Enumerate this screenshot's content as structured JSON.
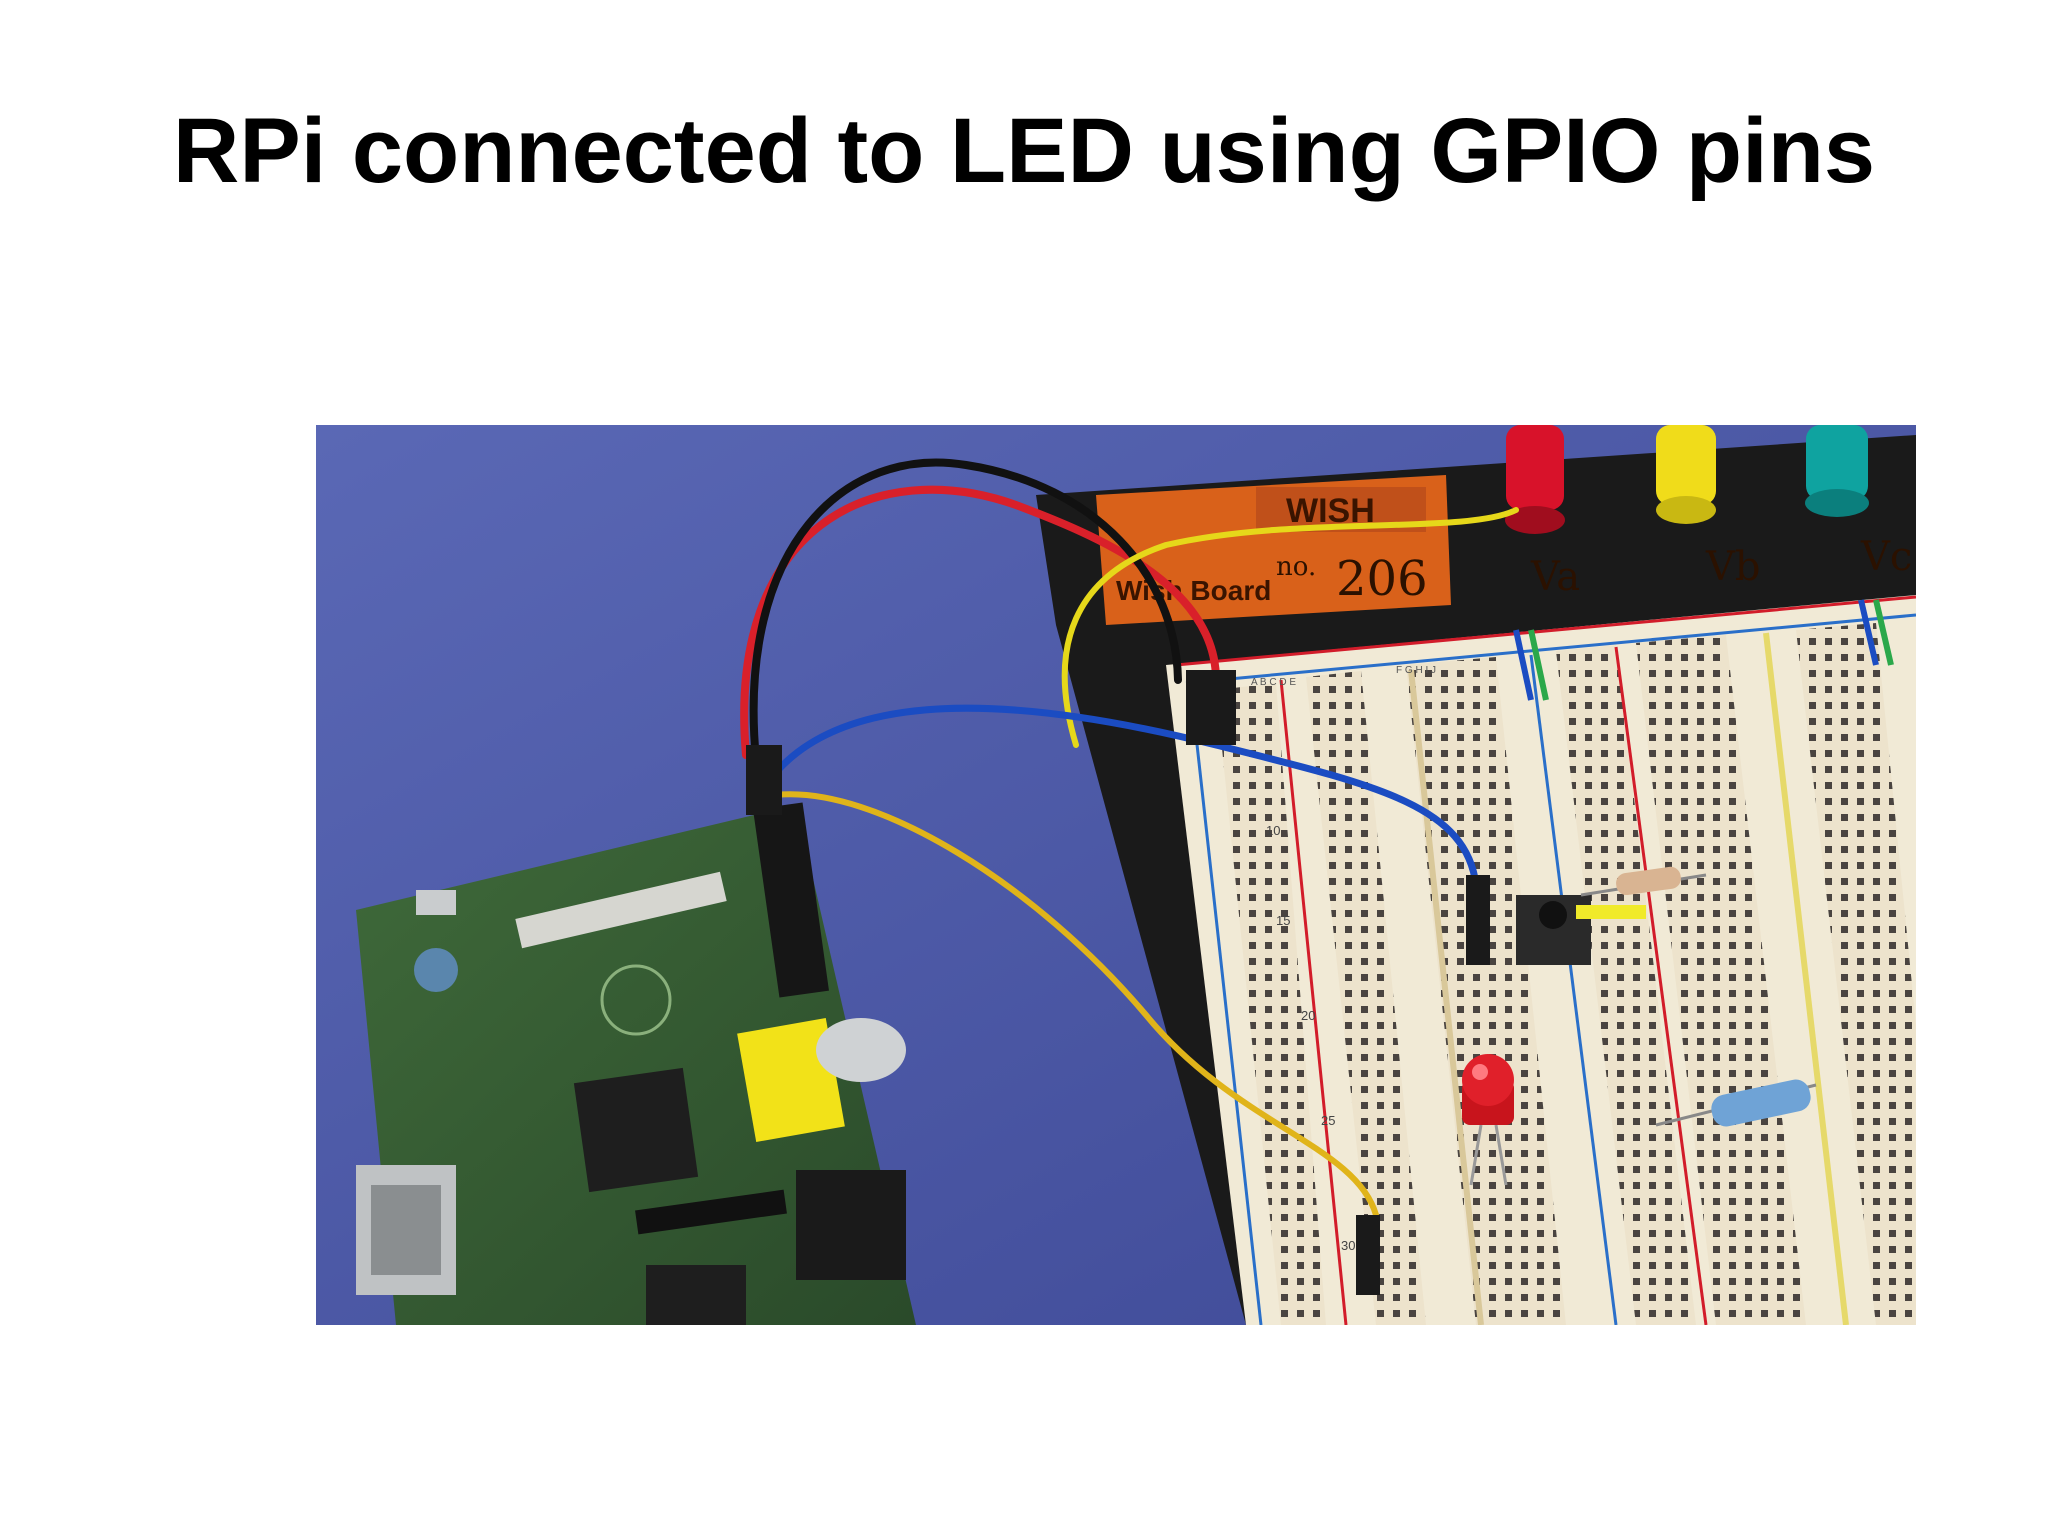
{
  "slide": {
    "title": "RPi connected to LED using GPIO pins"
  },
  "photo": {
    "board_label": {
      "brand": "WISH",
      "sub_brand": "Wish Board",
      "number_prefix": "no.",
      "number": "206",
      "terminal_a": "Va",
      "terminal_b": "Vb",
      "terminal_c": "Vc"
    },
    "row_numbers": [
      "10",
      "15",
      "20",
      "25",
      "30"
    ],
    "column_letters_left": "A B C D E",
    "column_letters_right": "F G H I J"
  }
}
